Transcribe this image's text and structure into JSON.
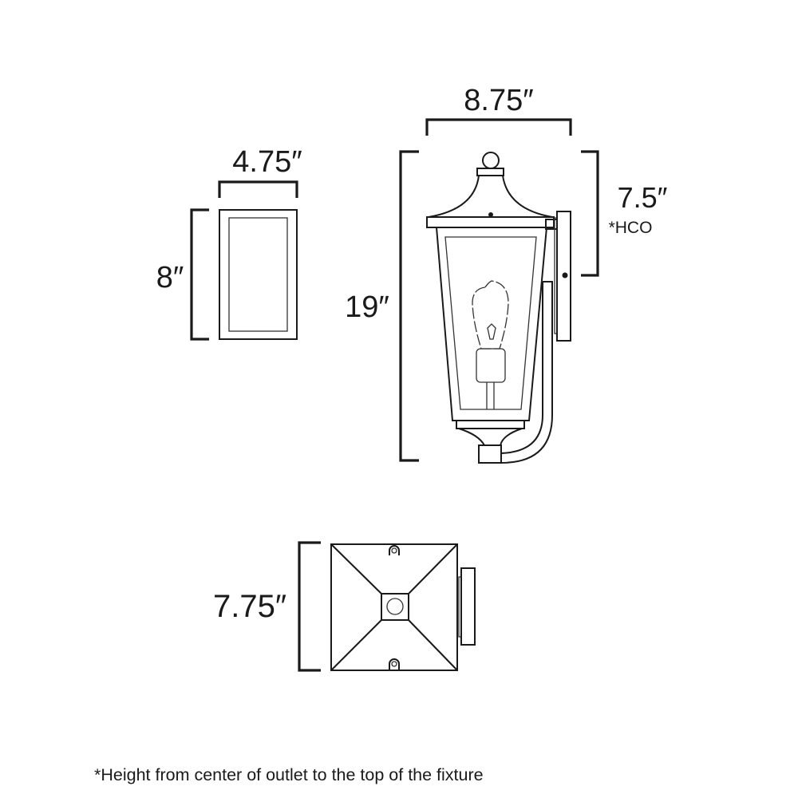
{
  "dimensions": {
    "width": "8.75″",
    "backplate_width": "4.75″",
    "backplate_height": "8″",
    "height": "19″",
    "hco": "7.5″",
    "hco_note": "*HCO",
    "depth": "7.75″"
  },
  "footnote": "*Height from center of outlet to the top of the fixture",
  "colors": {
    "line": "#1a1a1a",
    "background": "#ffffff"
  }
}
